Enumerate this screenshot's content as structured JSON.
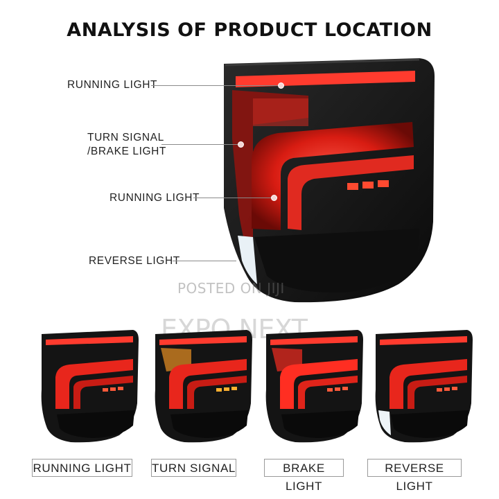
{
  "title": "ANALYSIS OF PRODUCT LOCATION",
  "callouts": {
    "running_light_top": "RUNNING LIGHT",
    "turn_signal_line1": "TURN SIGNAL",
    "turn_signal_line2": "/BRAKE LIGHT",
    "running_light_mid": "RUNNING LIGHT",
    "reverse_light": "REVERSE LIGHT"
  },
  "watermarks": {
    "posted": "POSTED ON JIJI",
    "brand": "EXPO NEXT"
  },
  "modes": [
    "RUNNING LIGHT",
    "TURN SIGNAL",
    "BRAKE LIGHT",
    "REVERSE LIGHT"
  ],
  "colors": {
    "red": "#e8261c",
    "amber": "#e8a21c",
    "housing": "#151515",
    "reverse_white": "#eef4f8"
  }
}
